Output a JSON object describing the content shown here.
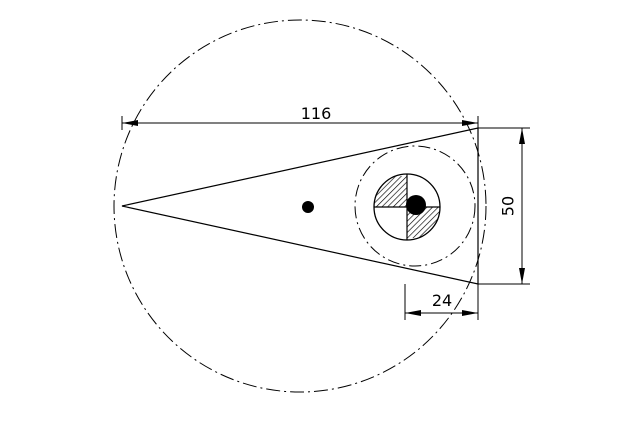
{
  "dimensions": {
    "width_label": "116",
    "height_label": "50",
    "offset_label": "24"
  },
  "colors": {
    "line": "#000000",
    "background": "#ffffff"
  }
}
